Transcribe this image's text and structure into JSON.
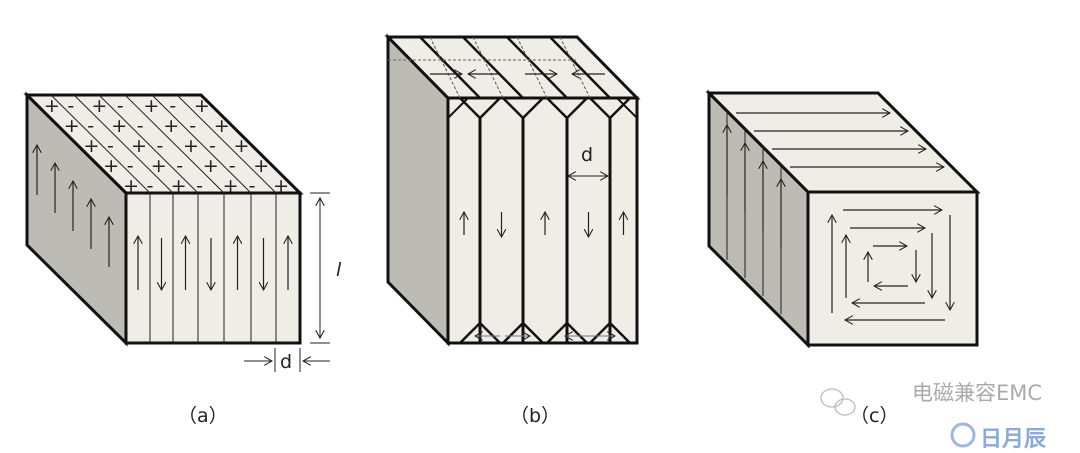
{
  "figures": [
    {
      "caption": "（a）",
      "length_label": "l",
      "width_label": "d",
      "top_signs": [
        "+",
        "-"
      ]
    },
    {
      "caption": "（b）",
      "width_label": "d"
    },
    {
      "caption": "（c）"
    }
  ],
  "watermark": {
    "line1": "电磁兼容EMC",
    "line2": "日月辰"
  },
  "colors": {
    "front": "#eeede6",
    "side": "#bdbcb4",
    "stroke": "#111111"
  }
}
